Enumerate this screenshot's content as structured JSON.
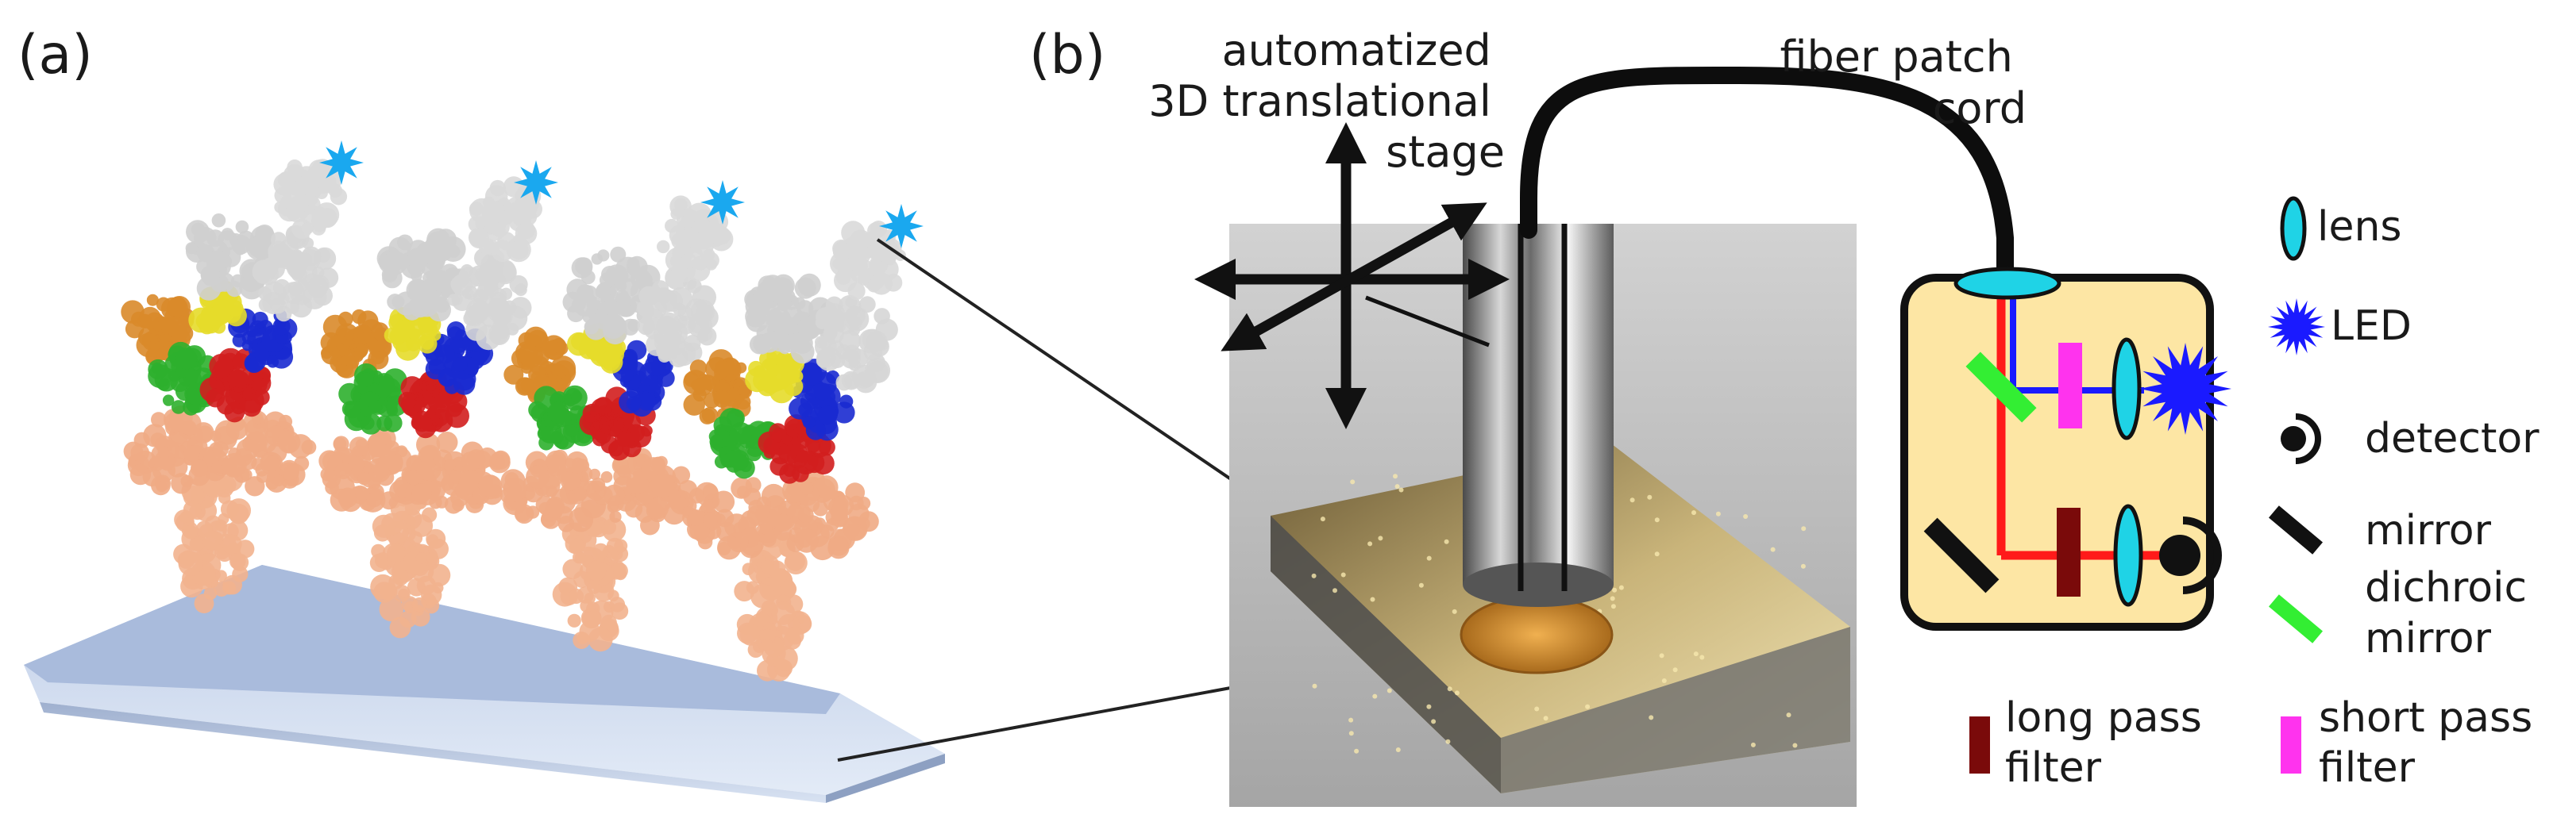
{
  "panels": {
    "a": {
      "label": "(a)"
    },
    "b": {
      "label": "(b)",
      "stage_label": [
        "automatized",
        "3D translational",
        "stage"
      ],
      "fiber_label": [
        "fiber patch",
        "cord"
      ]
    }
  },
  "legend": {
    "lens": "lens",
    "led": "LED",
    "detector": "detector",
    "mirror": "mirror",
    "dichroic": [
      "dichroic",
      "mirror"
    ],
    "long_pass": [
      "long pass",
      "filter"
    ],
    "short_pass": [
      "short pass",
      "filter"
    ]
  },
  "colors": {
    "led": "#1a1aff",
    "lens": "#1fd3e6",
    "box_fill": "#fde6a4",
    "red_path": "#ff1a1a",
    "blue_path": "#1a1aff",
    "dichroic": "#33ee33",
    "long_pass": "#7a0a0a",
    "short_pass": "#ff33ee",
    "fluorophore": "#1aa8ef"
  },
  "icons": [
    "star-fluorophore-icon",
    "led-starburst-icon",
    "lens-icon",
    "detector-icon",
    "mirror-icon",
    "dichroic-mirror-icon",
    "long-pass-filter-icon",
    "short-pass-filter-icon"
  ]
}
